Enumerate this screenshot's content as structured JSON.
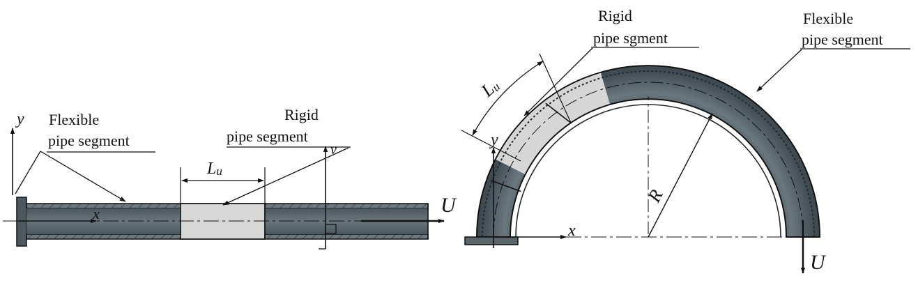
{
  "left_diagram": {
    "flexible_label_line1": "Flexible",
    "flexible_label_line2": "pipe segment",
    "rigid_label_line1": "Rigid",
    "rigid_label_line2": "pipe segment",
    "length_symbol": "L",
    "length_subscript": "u",
    "x_axis": "x",
    "y_axis": "y",
    "v_symbol": "v",
    "velocity": "U"
  },
  "right_diagram": {
    "flexible_label_line1": "Flexible",
    "flexible_label_line2": "pipe segment",
    "rigid_label_line1": "Rigid",
    "rigid_label_line2": "pipe sgment",
    "length_symbol": "L",
    "length_subscript": "u",
    "x_axis": "x",
    "y_axis": "y",
    "radius": "R",
    "velocity": "U"
  },
  "colors": {
    "pipe_dark": "#5f6b73",
    "pipe_dark_edge": "#3e484f",
    "pipe_rigid": "#d6d6d6",
    "line": "#111111"
  }
}
